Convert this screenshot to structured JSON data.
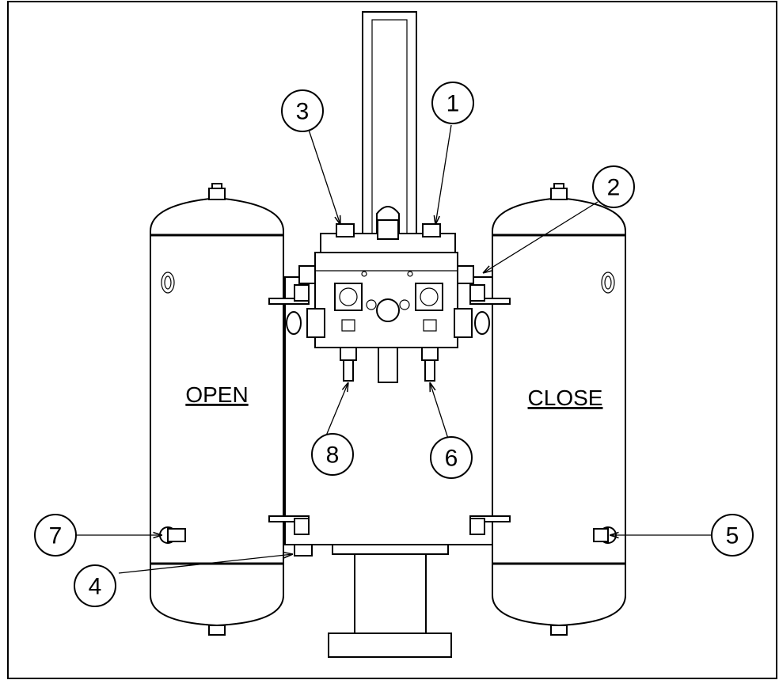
{
  "tanks": {
    "left_label": "OPEN",
    "right_label": "CLOSE"
  },
  "callouts": [
    {
      "id": "1",
      "label": "1"
    },
    {
      "id": "2",
      "label": "2"
    },
    {
      "id": "3",
      "label": "3"
    },
    {
      "id": "4",
      "label": "4"
    },
    {
      "id": "5",
      "label": "5"
    },
    {
      "id": "6",
      "label": "6"
    },
    {
      "id": "7",
      "label": "7"
    },
    {
      "id": "8",
      "label": "8"
    }
  ]
}
